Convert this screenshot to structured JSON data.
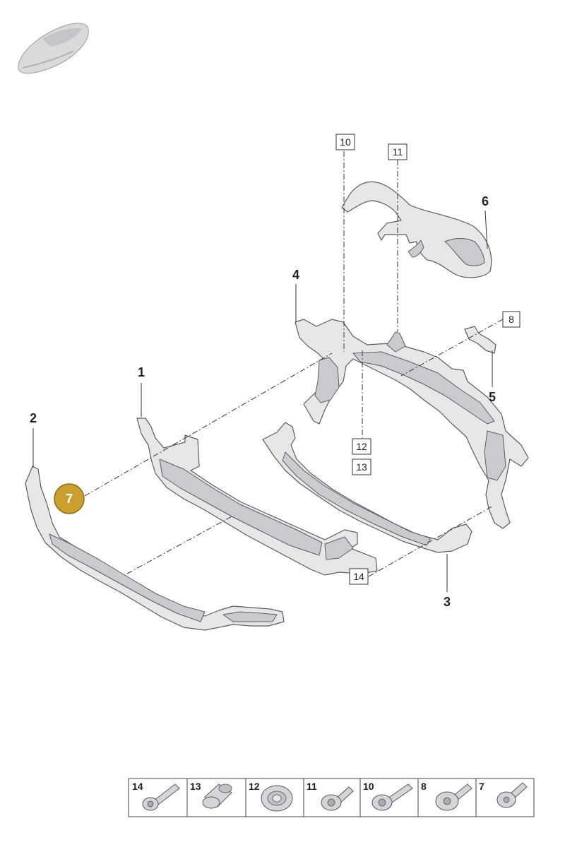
{
  "callouts": {
    "c1": "1",
    "c2": "2",
    "c3": "3",
    "c4": "4",
    "c5": "5",
    "c6": "6",
    "c7": "7"
  },
  "boxed": {
    "b8": "8",
    "b10": "10",
    "b11": "11",
    "b12": "12",
    "b13": "13",
    "b14": "14"
  },
  "fastener_table": [
    "14",
    "13",
    "12",
    "11",
    "10",
    "8",
    "7"
  ],
  "colors": {
    "highlight_circle": "#c9a030",
    "part_fill": "#e6e7e9",
    "line": "#333333"
  },
  "icons": {
    "vehicle": "car-silhouette-icon"
  }
}
